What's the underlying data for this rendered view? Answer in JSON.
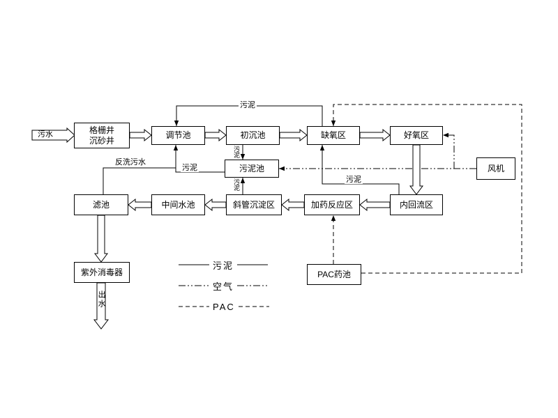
{
  "boxes": {
    "grit_well": {
      "line1": "格栅井",
      "line2": "沉砂井"
    },
    "regulation_tank": {
      "label": "调节池"
    },
    "primary_sedimentation": {
      "label": "初沉池"
    },
    "anoxic_zone": {
      "label": "缺氧区"
    },
    "aerobic_zone": {
      "label": "好氧区"
    },
    "blower": {
      "label": "风机"
    },
    "sludge_tank": {
      "label": "污泥池"
    },
    "filter_tank": {
      "label": "滤池"
    },
    "intermediate_tank": {
      "label": "中间水池"
    },
    "inclined_tube_zone": {
      "label": "斜管沉淀区"
    },
    "dosing_reaction_zone": {
      "label": "加药反应区"
    },
    "internal_reflux_zone": {
      "label": "内回流区"
    },
    "uv_disinfector": {
      "label": "紫外消毒器"
    },
    "pac_tank": {
      "label": "PAC药池"
    }
  },
  "flow_labels": {
    "influent": "污水",
    "effluent": "出水",
    "sludge_return_top": "污泥",
    "backwash_water": "反洗污水",
    "sludge_tank_line": "污泥",
    "primary_sludge": "污泥",
    "inclined_sludge": "污泥",
    "reflux_sludge": "污泥"
  },
  "legend": {
    "sludge": "污泥",
    "air": "空气",
    "pac": "PAC"
  }
}
